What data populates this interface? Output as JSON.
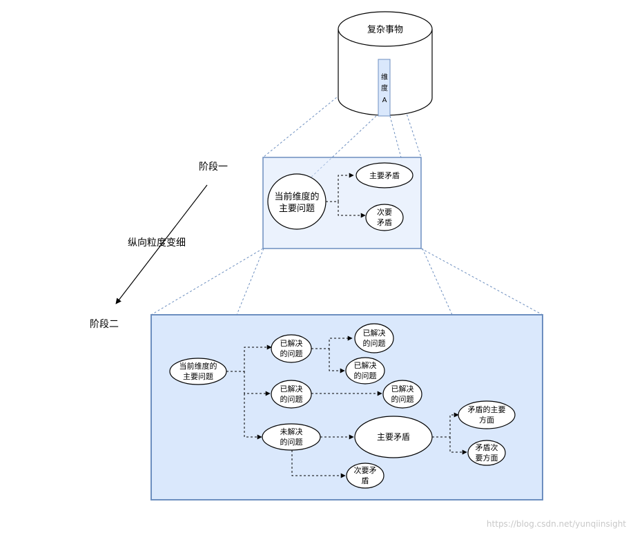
{
  "cylinder": {
    "title": "复杂事物",
    "dimension_tab": [
      "维",
      "度",
      "A"
    ]
  },
  "arrow_label": "纵向粒度变细",
  "stage1": {
    "label": "阶段一",
    "main_problem": [
      "当前维度的",
      "主要问题"
    ],
    "main_contradiction": "主要矛盾",
    "secondary_contradiction": [
      "次要",
      "矛盾"
    ]
  },
  "stage2": {
    "label": "阶段二",
    "root": [
      "当前维度的",
      "主要问题"
    ],
    "solved_a": [
      "已解决",
      "的问题"
    ],
    "solved_a1": [
      "已解决",
      "的问题"
    ],
    "solved_a2": [
      "已解决",
      "的问题"
    ],
    "solved_b": [
      "已解决",
      "的问题"
    ],
    "solved_b1": [
      "已解决",
      "的问题"
    ],
    "unsolved": [
      "未解决",
      "的问题"
    ],
    "main_contradiction": "主要矛盾",
    "main_aspect": [
      "矛盾的主要",
      "方面"
    ],
    "secondary_aspect": [
      "矛盾次",
      "要方面"
    ],
    "secondary_contradiction": [
      "次要矛",
      "盾"
    ]
  },
  "watermark": "https://blog.csdn.net/yunqiinsight",
  "colors": {
    "panel_fill": "#dae8fc",
    "panel_stroke": "#6c8ebf",
    "dashed_line": "#6c8ebf"
  }
}
